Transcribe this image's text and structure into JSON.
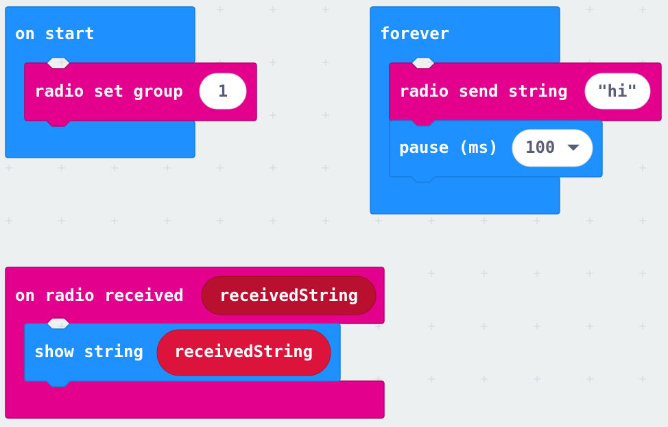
{
  "workspace": {
    "background": "#ecf0f1",
    "grid_color": "#d8dde0"
  },
  "colors": {
    "basic_blue": "#1e90ff",
    "basic_blue_dark": "#1a7ddb",
    "radio_magenta": "#e3008c",
    "radio_magenta_dark": "#b50070",
    "variable_red": "#dc143c",
    "variable_red_dark": "#b7112f",
    "variable_red_deep": "#b8102e",
    "field_text": "#575e75"
  },
  "blocks": {
    "on_start": {
      "label": "on start",
      "radio_set_group": {
        "label": "radio set group",
        "value": "1"
      }
    },
    "forever": {
      "label": "forever",
      "radio_send_string": {
        "label": "radio send string",
        "value": "\"hi\""
      },
      "pause": {
        "label": "pause (ms)",
        "value": "100",
        "dropdown_icon": "caret-down-icon"
      }
    },
    "on_radio_received": {
      "label": "on radio received",
      "param": "receivedString",
      "show_string": {
        "label": "show string",
        "value": "receivedString"
      }
    }
  }
}
